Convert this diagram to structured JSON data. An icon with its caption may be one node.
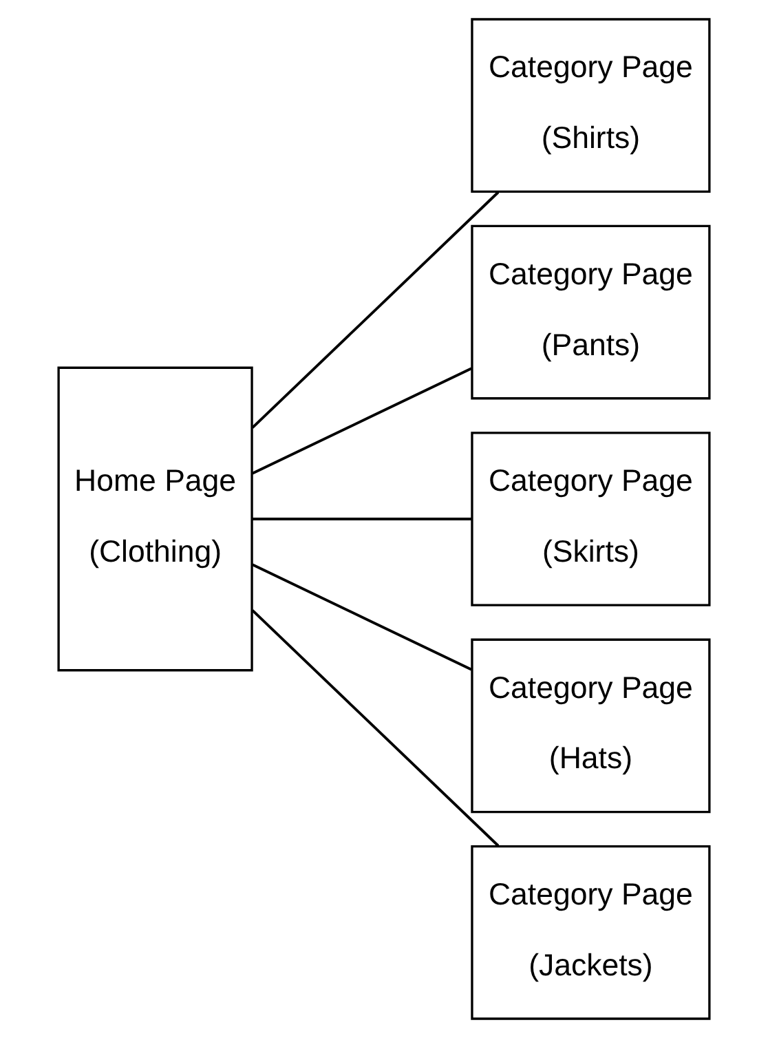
{
  "diagram": {
    "nodes": [
      {
        "text": [
          "Home Page",
          "(Clothing)"
        ]
      },
      {
        "text": [
          "Category Page",
          "(Shirts)"
        ]
      },
      {
        "text": [
          "Category Page",
          "(Pants)"
        ]
      },
      {
        "text": [
          "Category Page",
          "(Skirts)"
        ]
      },
      {
        "text": [
          "Category Page",
          "(Hats)"
        ]
      },
      {
        "text": [
          "Category Page",
          "(Jackets)"
        ]
      }
    ],
    "edges": [
      {
        "from": 0,
        "to": 1,
        "arrow": "none"
      },
      {
        "from": 0,
        "to": 2,
        "arrow": "none"
      },
      {
        "from": 0,
        "to": 3,
        "arrow": "none"
      },
      {
        "from": 0,
        "to": 4,
        "arrow": "none"
      },
      {
        "from": 0,
        "to": 5,
        "arrow": "none"
      }
    ]
  }
}
